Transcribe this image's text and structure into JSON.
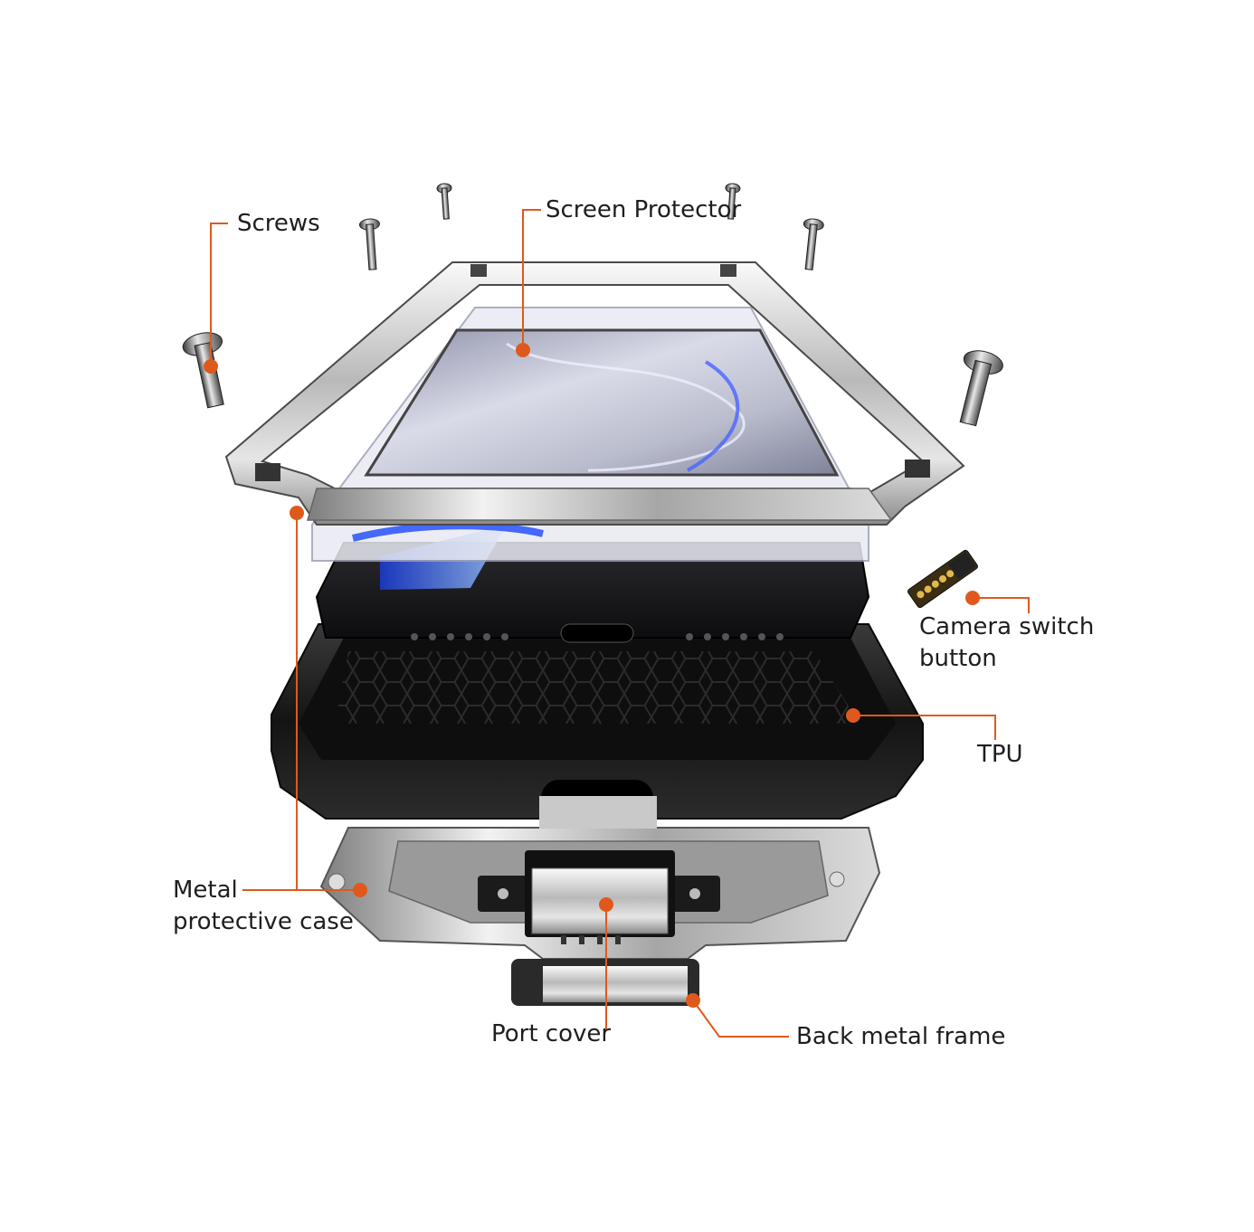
{
  "callouts": {
    "screws": "Screws",
    "screen_protector": "Screen Protector",
    "camera_switch_line1": "Camera switch",
    "camera_switch_line2": "button",
    "tpu": "TPU",
    "metal_case_line1": "Metal",
    "metal_case_line2": "protective case",
    "port_cover": "Port cover",
    "back_metal_frame": "Back metal frame"
  },
  "colors": {
    "accent": "#e0591c",
    "text": "#1e1e1e",
    "background": "#ffffff"
  }
}
